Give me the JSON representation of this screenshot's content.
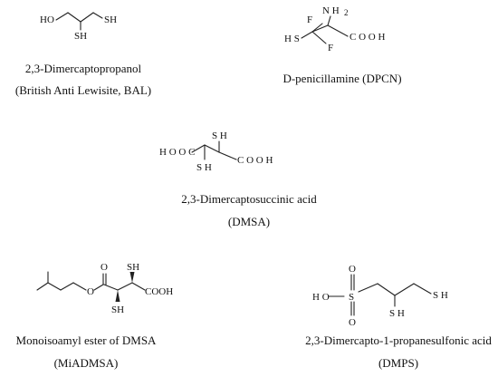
{
  "compounds": [
    {
      "atoms": {
        "ho": "HO",
        "sh1": "SH",
        "sh2": "SH"
      },
      "name": "2,3-Dimercaptopropanol",
      "abbrev": "(British Anti Lewisite, BAL)"
    },
    {
      "atoms": {
        "nh": "N H",
        "sub2": "2",
        "f1": "F",
        "f2": "F",
        "sh": "H S",
        "cooh": "C O O H"
      },
      "name": "D-penicillamine (DPCN)"
    },
    {
      "atoms": {
        "sh_top": "S H",
        "hooc": "H O O C",
        "cooh": "C O O H",
        "sh_bot": "S H"
      },
      "name": "2,3-Dimercaptosuccinic acid",
      "abbrev": "(DMSA)"
    },
    {
      "atoms": {
        "o_dbl": "O",
        "o_ester": "O",
        "sh_top": "SH",
        "cooh": "COOH",
        "sh_bot": "SH"
      },
      "name": "Monoisoamyl ester of DMSA",
      "abbrev": "(MiADMSA)"
    },
    {
      "atoms": {
        "o_top": "O",
        "ho": "H O",
        "s": "S",
        "o_bot": "O",
        "sh_bot": "S H",
        "sh_end": "S H"
      },
      "name": "2,3-Dimercapto-1-propanesulfonic acid",
      "abbrev": "(DMPS)"
    }
  ]
}
